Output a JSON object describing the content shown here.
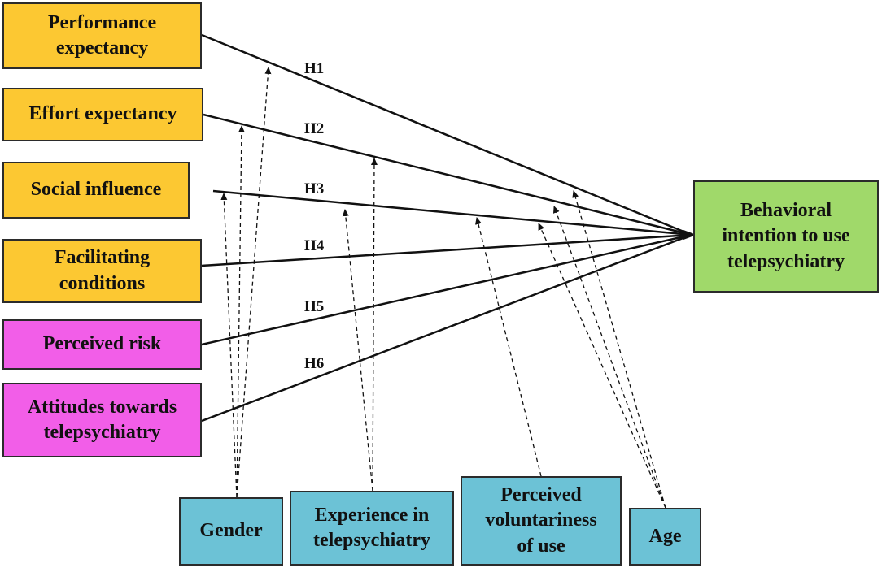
{
  "constructs": {
    "performance_expectancy": "Performance\nexpectancy",
    "effort_expectancy": "Effort expectancy",
    "social_influence": "Social influence",
    "facilitating_conditions": "Facilitating\nconditions",
    "perceived_risk": "Perceived risk",
    "attitudes": "Attitudes towards\ntelepsychiatry"
  },
  "outcome": "Behavioral\nintention to use\ntelepsychiatry",
  "moderators": {
    "gender": "Gender",
    "experience": "Experience in\ntelepsychiatry",
    "voluntariness": "Perceived\nvoluntariness\nof use",
    "age": "Age"
  },
  "hypotheses": [
    "H1",
    "H2",
    "H3",
    "H4",
    "H5",
    "H6"
  ],
  "colors": {
    "core_construct": "#fcc832",
    "added_construct": "#f25ee8",
    "outcome": "#a0d96a",
    "moderator": "#6cc2d6"
  }
}
